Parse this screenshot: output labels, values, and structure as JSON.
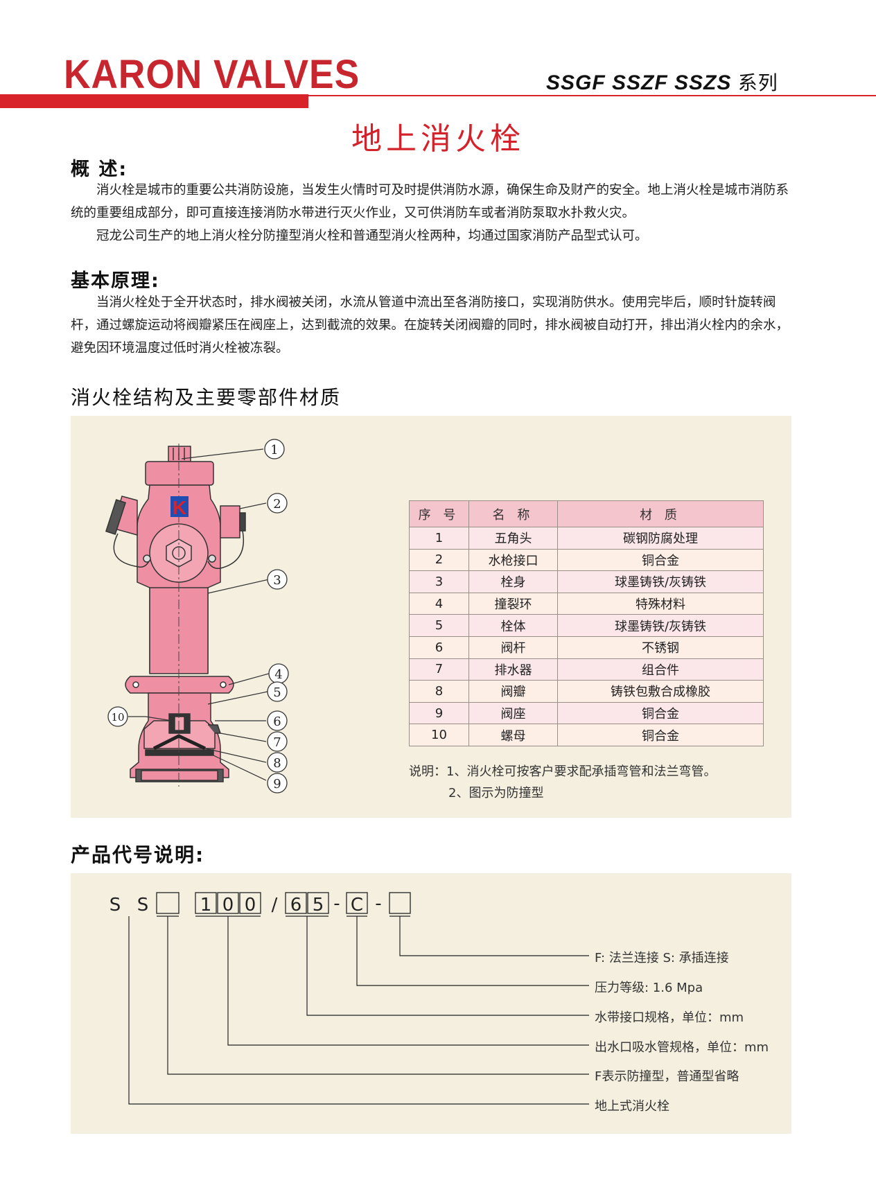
{
  "header": {
    "brand": "KARON VALVES",
    "series_codes": "SSGF SSZF SSZS",
    "series_suffix": "系列"
  },
  "title": "地上消火栓",
  "overview": {
    "heading": "概  述:",
    "paragraphs": [
      "消火栓是城市的重要公共消防设施，当发生火情时可及时提供消防水源，确保生命及财产的安全。地上消火栓是城市消防系统的重要组成部分，即可直接连接消防水带进行灭火作业，又可供消防车或者消防泵取水扑救火灾。",
      "冠龙公司生产的地上消火栓分防撞型消火栓和普通型消火栓两种，均通过国家消防产品型式认可。"
    ]
  },
  "principle": {
    "heading": "基本原理:",
    "paragraphs": [
      "当消火栓处于全开状态时，排水阀被关闭，水流从管道中流出至各消防接口，实现消防供水。使用完毕后，顺时针旋转阀杆，通过螺旋运动将阀瓣紧压在阀座上，达到截流的效果。在旋转关闭阀瓣的同时，排水阀被自动打开，排出消火栓内的余水，避免因环境温度过低时消火栓被冻裂。"
    ]
  },
  "structure": {
    "heading": "消火栓结构及主要零部件材质",
    "logo_letter": "K",
    "callouts": [
      "1",
      "2",
      "3",
      "4",
      "5",
      "6",
      "7",
      "8",
      "9",
      "10"
    ],
    "table": {
      "headers": [
        "序 号",
        "名 称",
        "材  质"
      ],
      "rows": [
        [
          "1",
          "五角头",
          "碳钢防腐处理"
        ],
        [
          "2",
          "水枪接口",
          "铜合金"
        ],
        [
          "3",
          "栓身",
          "球墨铸铁/灰铸铁"
        ],
        [
          "4",
          "撞裂环",
          "特殊材料"
        ],
        [
          "5",
          "栓体",
          "球墨铸铁/灰铸铁"
        ],
        [
          "6",
          "阀杆",
          "不锈钢"
        ],
        [
          "7",
          "排水器",
          "组合件"
        ],
        [
          "8",
          "阀瓣",
          "铸铁包敷合成橡胶"
        ],
        [
          "9",
          "阀座",
          "铜合金"
        ],
        [
          "10",
          "螺母",
          "铜合金"
        ]
      ]
    },
    "notes": [
      "说明：1、消火栓可按客户要求配承插弯管和法兰弯管。",
      "2、图示为防撞型"
    ]
  },
  "product_code": {
    "heading": "产品代号说明:",
    "code_chars": [
      "S",
      "S",
      "",
      "1",
      "0",
      "0",
      "/",
      "6",
      "5",
      "-",
      "C",
      "-",
      ""
    ],
    "labels": [
      "F: 法兰连接  S: 承插连接",
      "压力等级: 1.6 Mpa",
      "水带接口规格，单位：mm",
      "出水口吸水管规格，单位：mm",
      "F表示防撞型，普通型省略",
      "地上式消火栓"
    ]
  },
  "colors": {
    "brand_red": "#d8232a",
    "panel_bg": "#f4efdf",
    "hydrant_pink": "#ef8fa3",
    "table_header": "#f4c5cc"
  }
}
